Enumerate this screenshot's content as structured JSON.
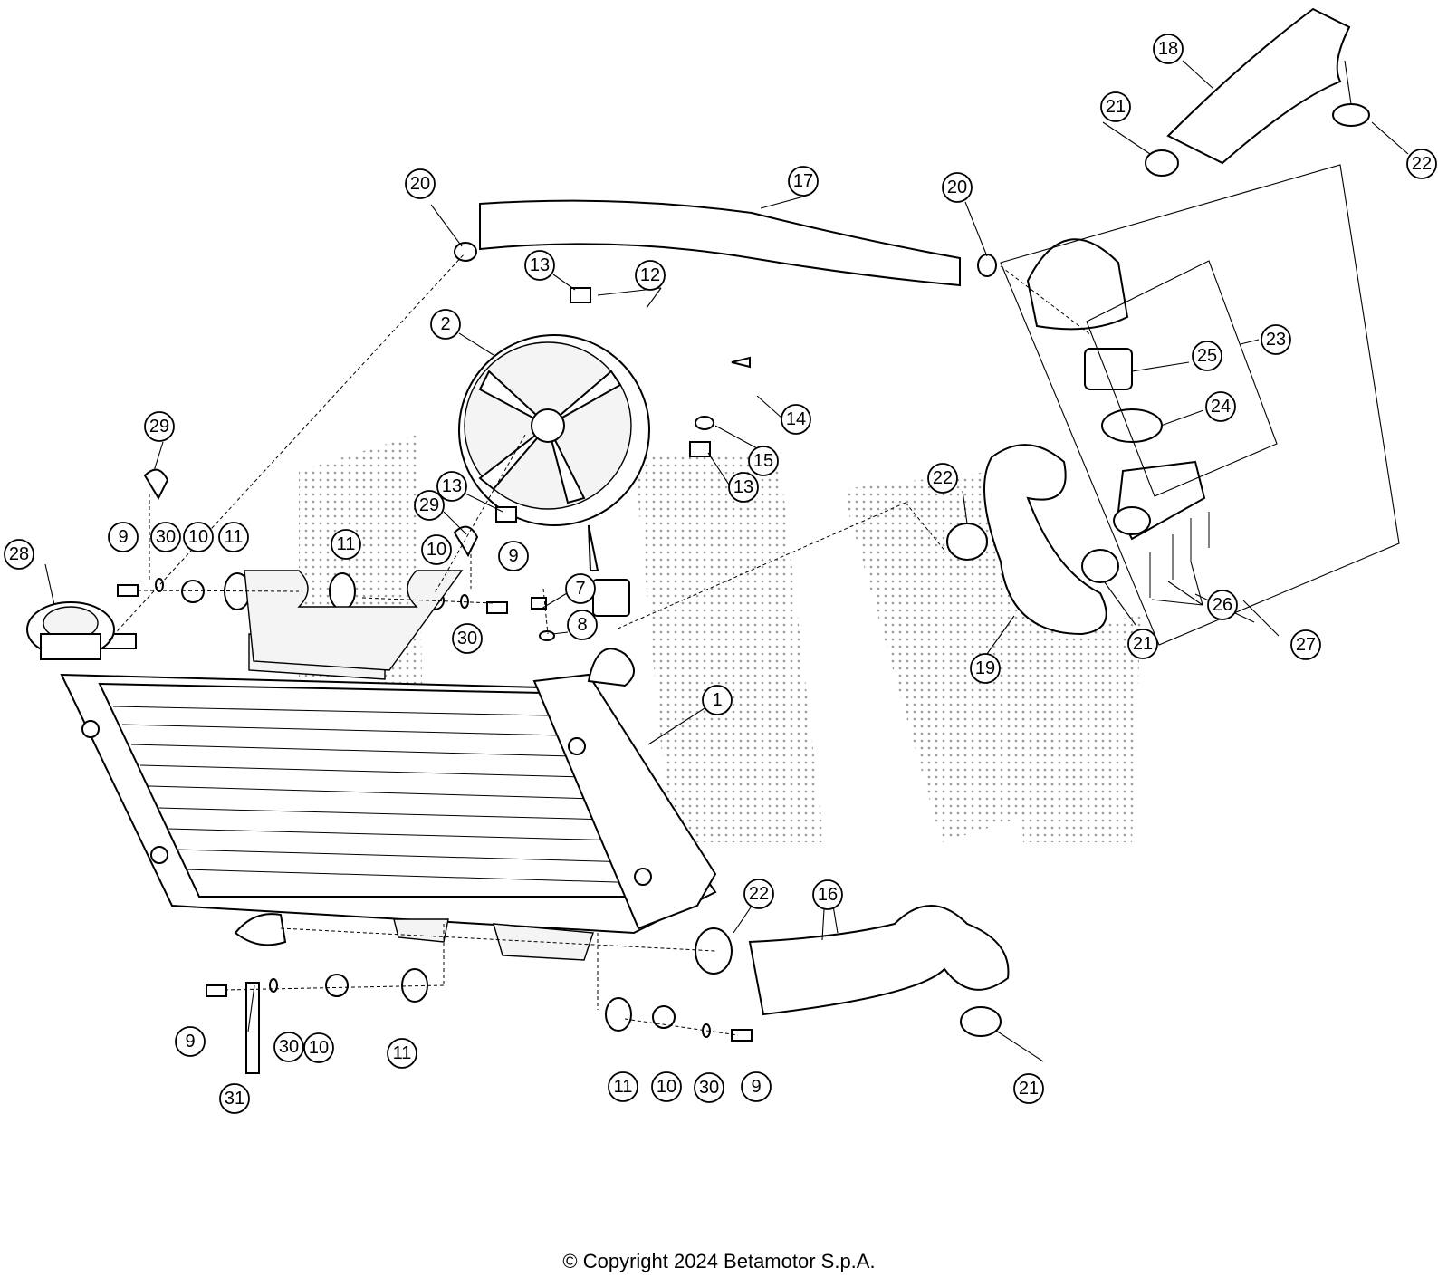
{
  "diagram": {
    "callouts": [
      {
        "id": "c1",
        "label": "1"
      },
      {
        "id": "c2",
        "label": "2"
      },
      {
        "id": "c7",
        "label": "7"
      },
      {
        "id": "c8",
        "label": "8"
      },
      {
        "id": "c9a",
        "label": "9"
      },
      {
        "id": "c9b",
        "label": "9"
      },
      {
        "id": "c9c",
        "label": "9"
      },
      {
        "id": "c9d",
        "label": "9"
      },
      {
        "id": "c10a",
        "label": "10"
      },
      {
        "id": "c10b",
        "label": "10"
      },
      {
        "id": "c10c",
        "label": "10"
      },
      {
        "id": "c10d",
        "label": "10"
      },
      {
        "id": "c11a",
        "label": "11"
      },
      {
        "id": "c11b",
        "label": "11"
      },
      {
        "id": "c11c",
        "label": "11"
      },
      {
        "id": "c11d",
        "label": "11"
      },
      {
        "id": "c12",
        "label": "12"
      },
      {
        "id": "c13a",
        "label": "13"
      },
      {
        "id": "c13b",
        "label": "13"
      },
      {
        "id": "c13c",
        "label": "13"
      },
      {
        "id": "c14",
        "label": "14"
      },
      {
        "id": "c15",
        "label": "15"
      },
      {
        "id": "c16",
        "label": "16"
      },
      {
        "id": "c17",
        "label": "17"
      },
      {
        "id": "c18",
        "label": "18"
      },
      {
        "id": "c19",
        "label": "19"
      },
      {
        "id": "c20a",
        "label": "20"
      },
      {
        "id": "c20b",
        "label": "20"
      },
      {
        "id": "c21a",
        "label": "21"
      },
      {
        "id": "c21b",
        "label": "21"
      },
      {
        "id": "c21c",
        "label": "21"
      },
      {
        "id": "c22a",
        "label": "22"
      },
      {
        "id": "c22b",
        "label": "22"
      },
      {
        "id": "c22c",
        "label": "22"
      },
      {
        "id": "c23",
        "label": "23"
      },
      {
        "id": "c24",
        "label": "24"
      },
      {
        "id": "c25",
        "label": "25"
      },
      {
        "id": "c26",
        "label": "26"
      },
      {
        "id": "c27",
        "label": "27"
      },
      {
        "id": "c28",
        "label": "28"
      },
      {
        "id": "c29a",
        "label": "29"
      },
      {
        "id": "c29b",
        "label": "29"
      },
      {
        "id": "c30a",
        "label": "30"
      },
      {
        "id": "c30b",
        "label": "30"
      },
      {
        "id": "c30c",
        "label": "30"
      },
      {
        "id": "c30d",
        "label": "30"
      },
      {
        "id": "c31",
        "label": "31"
      }
    ]
  },
  "footer": {
    "copyright": "© Copyright 2024 Betamotor S.p.A."
  }
}
